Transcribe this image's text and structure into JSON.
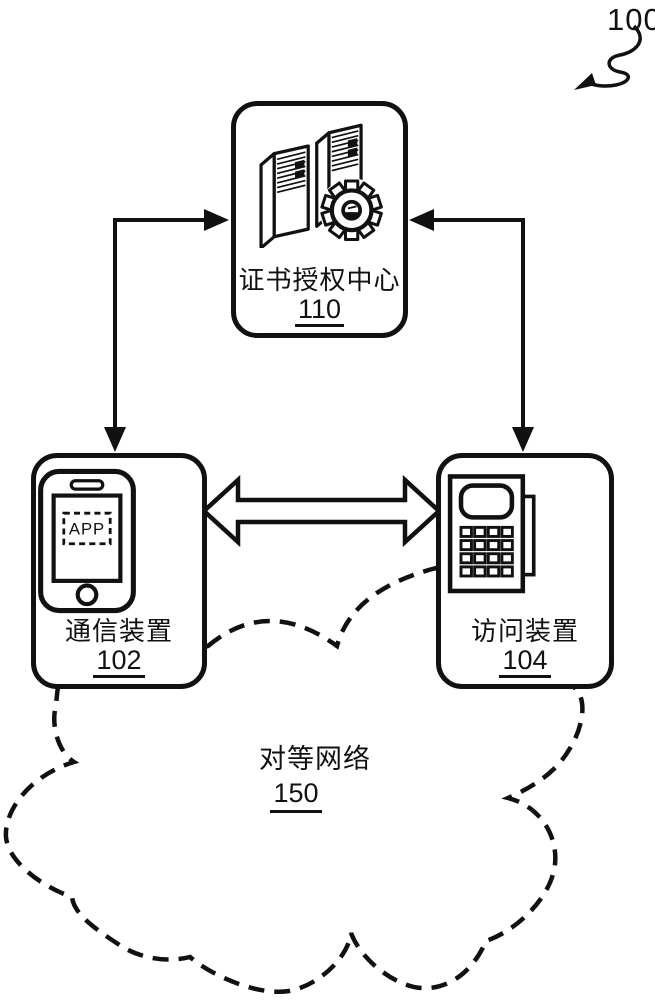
{
  "figure": {
    "reference_number": "100"
  },
  "certificate_authority": {
    "name": "证书授权中心",
    "number": "110",
    "icon": "servers-gear-icon"
  },
  "communication_device": {
    "name": "通信装置",
    "number": "102",
    "app_badge": "APP",
    "icon": "smartphone-icon"
  },
  "access_device": {
    "name": "访问装置",
    "number": "104",
    "icon": "pos-terminal-icon"
  },
  "peer_network": {
    "name": "对等网络",
    "number": "150",
    "shape": "dashed-cloud"
  },
  "connections": [
    {
      "from": "certificate_authority",
      "to": "communication_device",
      "style": "right-angle-line",
      "arrowheads": "both-ends"
    },
    {
      "from": "certificate_authority",
      "to": "access_device",
      "style": "right-angle-line",
      "arrowheads": "both-ends"
    },
    {
      "from": "communication_device",
      "to": "access_device",
      "style": "outlined-block-arrow",
      "arrowheads": "both-ends"
    }
  ],
  "colors": {
    "ink": "#111111",
    "background": "#ffffff"
  }
}
